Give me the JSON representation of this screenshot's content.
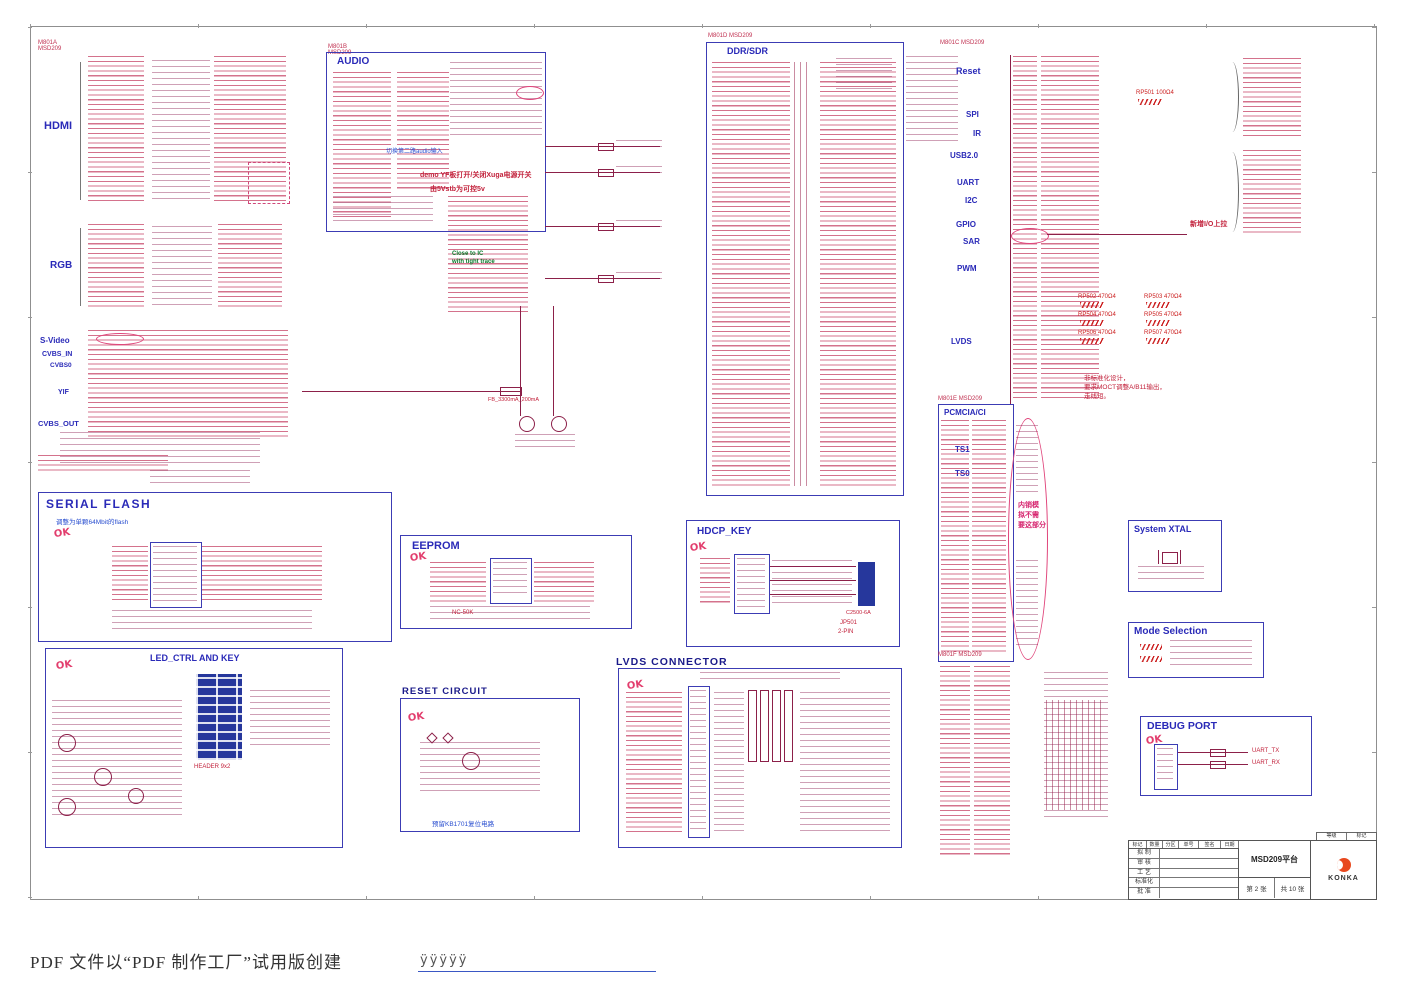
{
  "sheet": {
    "footer_text": "PDF 文件以“PDF 制作工厂”试用版创建",
    "footer_scribble": "ÿÿÿÿÿ"
  },
  "refs": {
    "left": {
      "ref": "M801A",
      "part": "MSD209"
    },
    "audio": {
      "ref": "M801B",
      "part": "MSD209"
    },
    "right": {
      "ref": "M801C",
      "part": "MSD209"
    },
    "ddr": {
      "ref": "M801D",
      "part": "MSD209"
    },
    "pcmcia": {
      "ref": "M801E",
      "part": "MSD209"
    },
    "power": {
      "ref": "M801F",
      "part": "MSD209"
    }
  },
  "left_groups": [
    "HDMI",
    "RGB",
    "S-Video",
    "CVBS_IN",
    "CVBS0",
    "YIF",
    "CVBS_OUT"
  ],
  "right_groups": [
    "Reset",
    "SPI",
    "IR",
    "USB2.0",
    "UART",
    "I2C",
    "GPIO",
    "SAR",
    "PWM",
    "LVDS"
  ],
  "titles": {
    "audio": "AUDIO",
    "ddr": "DDR/SDR",
    "serial_flash": "SERIAL FLASH",
    "eeprom": "EEPROM",
    "hdcp": "HDCP_KEY",
    "lvds_connector": "LVDS CONNECTOR",
    "reset_circuit": "RESET CIRCUIT",
    "led_ctrl": "LED_CTRL AND KEY",
    "pcmcia": "PCMCIA/CI",
    "ts1": "TS1",
    "ts0": "TS0",
    "system_xtal": "System XTAL",
    "mode_selection": "Mode Selection",
    "debug_port": "DEBUG PORT"
  },
  "annotations": {
    "ok": "OK",
    "audio_switch": "切换第二路audio输入",
    "power_note1": "demo YF板打开/关闭Xuga电源开关",
    "power_note2": "由5Vstb为可控5v",
    "close_to_ic": [
      "Close to IC",
      "with tight trace"
    ],
    "flash_note": "调整为单颗64Mbit的flash",
    "reset_note": "预留KB1701复位电路",
    "domestic": [
      "内销模",
      "拟不需",
      "要这部分"
    ],
    "lvds_note": [
      "非标准化设计，",
      "要求MOCT调整A/B11输出，",
      "走线短。"
    ],
    "sar_note": "新增I/O上拉",
    "inductor": "FB_3300mA_200mA"
  },
  "parts": {
    "header": "HEADER 9x2",
    "jp501": "JP501",
    "jp501_pins": "2-PIN",
    "hdcp_conn": "C2500-6A",
    "eeprom_r": "NC-50K",
    "rp_packs": [
      {
        "label": "RP501 100Ω4"
      },
      {
        "label": "RP502 470Ω4"
      },
      {
        "label": "RP503 470Ω4"
      },
      {
        "label": "RP504 470Ω4"
      },
      {
        "label": "RP505 470Ω4"
      },
      {
        "label": "RP506 470Ω4"
      },
      {
        "label": "RP507 470Ω4"
      }
    ]
  },
  "debug": {
    "tx": "UART_TX",
    "rx": "UART_RX"
  },
  "titleblock": {
    "header_cols": [
      "标记",
      "数量",
      "分区",
      "单号",
      "签名",
      "日期"
    ],
    "rows": [
      "拟 制",
      "审 核",
      "工 艺",
      "标准化",
      "批 准"
    ],
    "project": "MSD209平台",
    "brand": "KONKA",
    "sheet_no": "第 2 张",
    "sheet_total": "共 10 张",
    "grade_label": "等级",
    "mark_label": "标记"
  }
}
